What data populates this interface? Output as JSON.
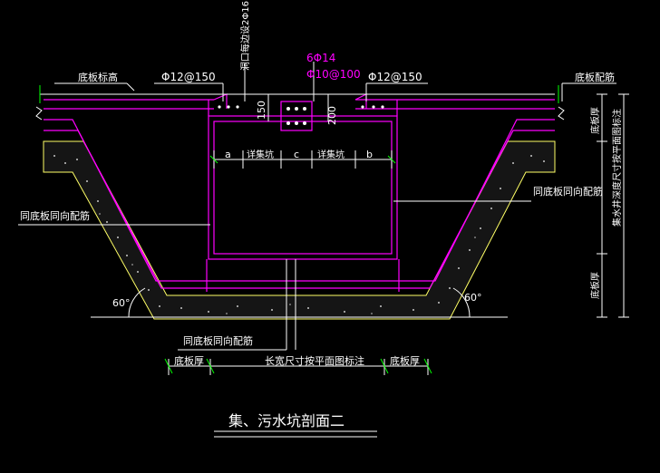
{
  "title": "集、污水坑剖面二",
  "colors": {
    "background": "#000000",
    "magenta": "#ff00ff",
    "white": "#ffffff",
    "green": "#00ff00",
    "yellow": "#ffff66",
    "concrete": "#c8c8c8"
  },
  "labels": {
    "bottom_slab_elev": "底板标高",
    "rebar_left": "Φ12@150",
    "rebar_right": "Φ12@150",
    "opening_rebar": "洞口每边设2Φ16",
    "column_main": "6Φ14",
    "column_stirrup": "Φ10@100",
    "dim_150": "150",
    "dim_200": "200",
    "bottom_slab_rebar": "底板配筋",
    "slab_thickness_right": "底板厚",
    "pit_depth_note": "集水井深度尺寸按平面图标注",
    "slab_thickness_right_lower": "底板厚",
    "same_as_slab_right": "同底板同向配筋",
    "same_as_slab_left": "同底板同向配筋",
    "same_as_slab_bottom": "同底板同向配筋",
    "angle_left": "60°",
    "angle_right": "60°",
    "dim_a": "a",
    "dim_c": "c",
    "dim_b": "b",
    "dim_pit1": "详集坑",
    "dim_pit2": "详集坑",
    "bottom_dim_left": "底板厚",
    "bottom_dim_mid": "长宽尺寸按平面图标注",
    "bottom_dim_right": "底板厚"
  }
}
